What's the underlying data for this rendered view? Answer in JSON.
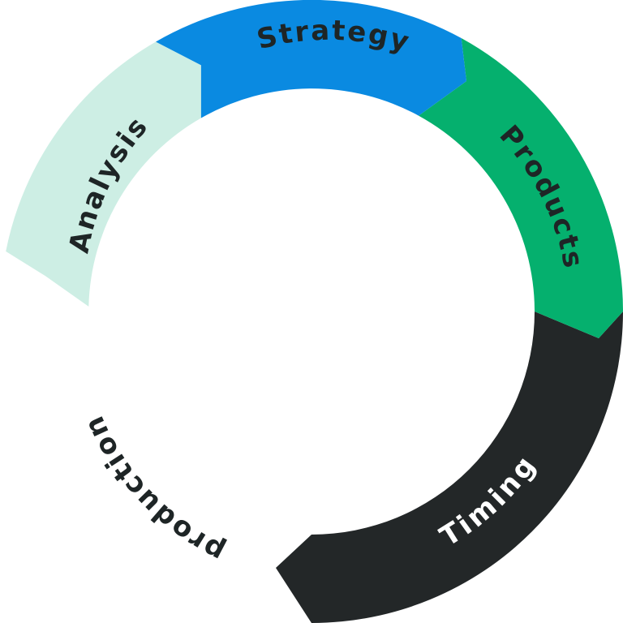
{
  "diagram": {
    "segments": [
      {
        "label": "Strategy",
        "color": "#0a8ae1",
        "text_color": "#1e2526"
      },
      {
        "label": "Products",
        "color": "#05b06e",
        "text_color": "#1e2526"
      },
      {
        "label": "Timing",
        "color": "#232728",
        "text_color": "#ffffff"
      },
      {
        "label": "production",
        "color": "#ffffff",
        "text_color": "#1e2526"
      },
      {
        "label": "Analysis",
        "color": "#cdeee4",
        "text_color": "#1e2526"
      }
    ]
  }
}
